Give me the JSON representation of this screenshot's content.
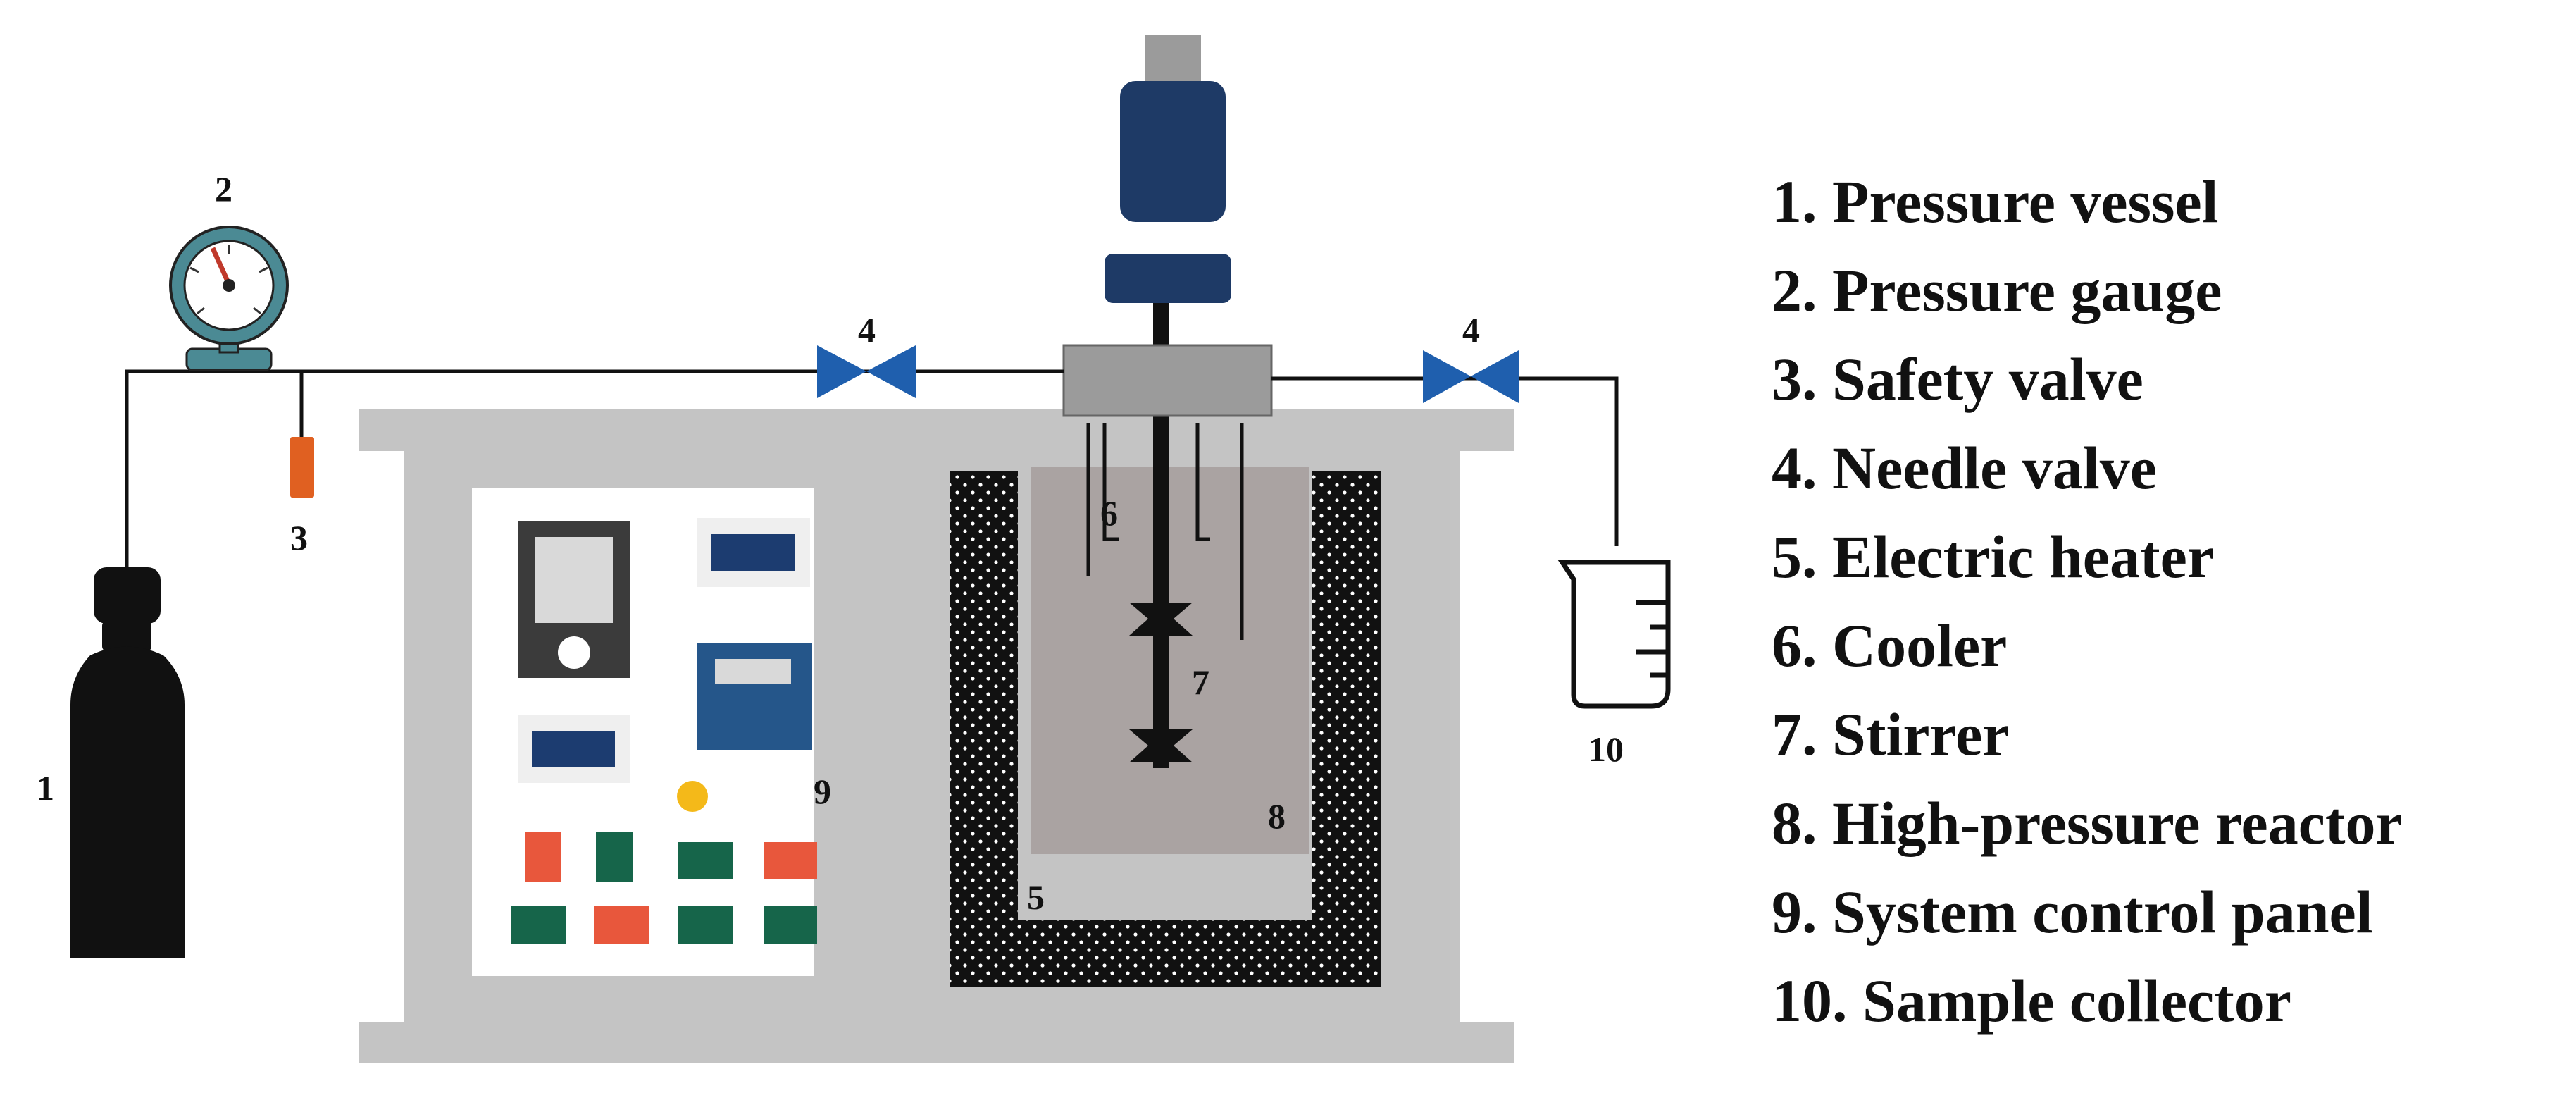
{
  "colors": {
    "frame_gray": "#c4c4c4",
    "reactor_gray": "#aaa3a2",
    "flange_gray": "#9b9b9b",
    "motor_navy": "#1e3a66",
    "valve_blue": "#1f5fae",
    "heater_black": "#111111",
    "gauge_teal": "#4b8a94",
    "safety_orange": "#e06021",
    "button_red": "#e8573c",
    "button_green": "#16654a",
    "indicator_yellow": "#f4b919",
    "display_navy": "#1c3c70",
    "panel_blue": "#25568a"
  },
  "callouts": {
    "c1": "1",
    "c2": "2",
    "c3": "3",
    "c4_left": "4",
    "c4_right": "4",
    "c5": "5",
    "c6": "6",
    "c7": "7",
    "c8": "8",
    "c9": "9",
    "c10": "10"
  },
  "legend": [
    "1. Pressure vessel",
    "2. Pressure gauge",
    "3. Safety valve",
    "4. Needle valve",
    "5. Electric heater",
    "6. Cooler",
    "7. Stirrer",
    "8. High-pressure reactor",
    "9. System control panel",
    "10. Sample collector"
  ]
}
